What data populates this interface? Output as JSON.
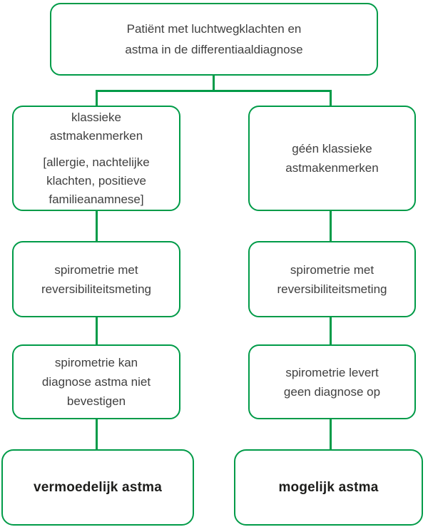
{
  "colors": {
    "green": "#009b48",
    "text": "#404040",
    "text_bold": "#1d1d1b",
    "bg": "#ffffff"
  },
  "nodes": {
    "patient": {
      "lines": [
        "Patiënt met luchtwegklachten en",
        "astma in de differentiaaldiagnose"
      ]
    },
    "classic": {
      "lines_top": [
        "klassieke",
        "astmakenmerken"
      ],
      "lines_bottom": [
        "[allergie, nachtelijke",
        "klachten, positieve",
        "familieanamnese]"
      ]
    },
    "no_classic": {
      "lines": [
        "géén klassieke",
        "astmakenmerken"
      ]
    },
    "spiro_left": {
      "lines": [
        "spirometrie met",
        "reversibiliteitsmeting"
      ]
    },
    "spiro_right": {
      "lines": [
        "spirometrie met",
        "reversibiliteitsmeting"
      ]
    },
    "no_confirm": {
      "lines": [
        "spirometrie kan",
        "diagnose astma niet",
        "bevestigen"
      ]
    },
    "no_diagnosis": {
      "lines": [
        "spirometrie levert",
        "geen diagnose op"
      ]
    },
    "presumed": {
      "lines": [
        "vermoedelijk astma"
      ]
    },
    "possible": {
      "lines": [
        "mogelijk astma"
      ]
    }
  }
}
